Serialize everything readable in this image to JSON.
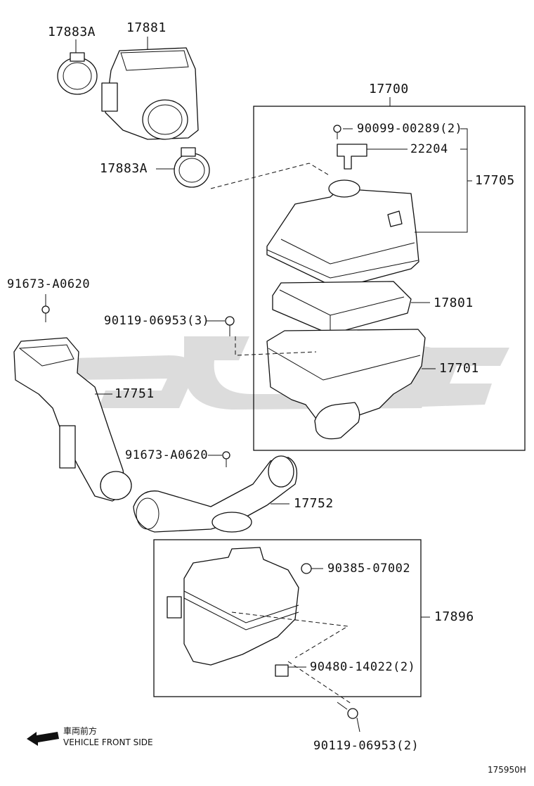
{
  "parts": {
    "p17883A_top": "17883A",
    "p17881": "17881",
    "p17883A_mid": "17883A",
    "p17700": "17700",
    "p90099": "90099-00289(2)",
    "p22204": "22204",
    "p17705": "17705",
    "p91673_upper": "91673-A0620",
    "p90119_upper": "90119-06953(3)",
    "p17801": "17801",
    "p17701": "17701",
    "p17751": "17751",
    "p91673_lower": "91673-A0620",
    "p17752": "17752",
    "p90385": "90385-07002",
    "p17896": "17896",
    "p90480": "90480-14022(2)",
    "p90119_lower": "90119-06953(2)"
  },
  "direction": {
    "japanese": "車両前方",
    "english": "VEHICLE FRONT SIDE",
    "icon": "arrow-left-icon"
  },
  "figure_ref": "175950H",
  "watermark_icon": "watermark-logo"
}
